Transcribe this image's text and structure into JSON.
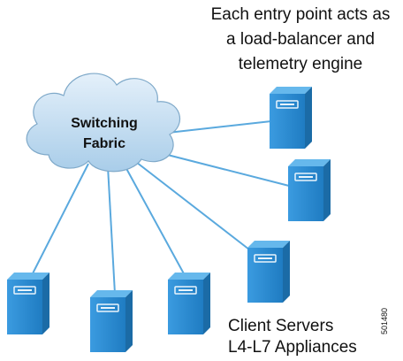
{
  "caption": {
    "line1": "Each entry point acts as",
    "line2": "a load-balancer and",
    "line3": "telemetry engine"
  },
  "cloud": {
    "line1": "Switching",
    "line2": "Fabric"
  },
  "client": {
    "line1": "Client Servers",
    "line2": "L4-L7 Appliances"
  },
  "figure_id": "501480",
  "colors": {
    "server_front": "#2d8fd4",
    "server_top": "#5eb3e8",
    "server_side": "#1a6eaa",
    "link": "#5aa9de",
    "cloud": "#cfe4f4"
  }
}
